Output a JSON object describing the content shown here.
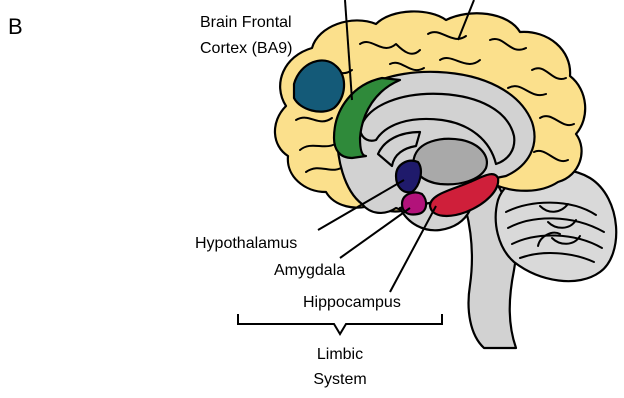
{
  "panel": {
    "letter": "B"
  },
  "labels": {
    "frontal_cortex_line1": "Brain Frontal",
    "frontal_cortex_line2": "Cortex (BA9)",
    "hypothalamus": "Hypothalamus",
    "amygdala": "Amygdala",
    "hippocampus": "Hippocampus",
    "limbic_line1": "Limbic",
    "limbic_line2": "System"
  },
  "colors": {
    "cortex": "#fbe08c",
    "inner_gray": "#d2d2d2",
    "dark_gray": "#a9a9a9",
    "frontal_cortex_ba9": "#145a78",
    "cingulate": "#2f8a3a",
    "hypothalamus": "#1f1a6b",
    "amygdala": "#b2127a",
    "hippocampus": "#cf1f3a",
    "cerebellum": "#d9d9d9",
    "brainstem": "#d2d2d2"
  }
}
